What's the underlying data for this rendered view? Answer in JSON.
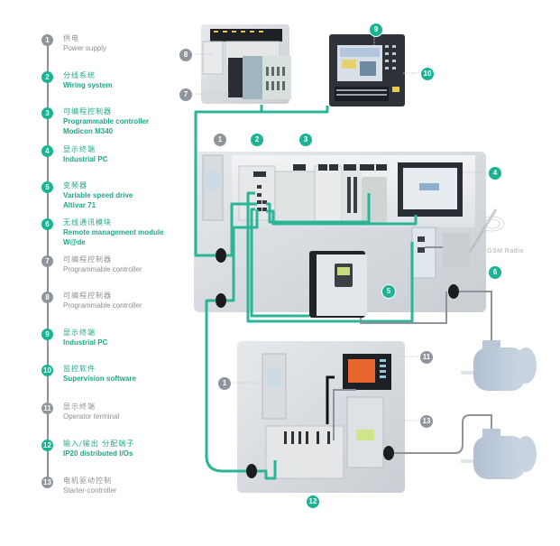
{
  "legend": {
    "items": [
      {
        "num": "1",
        "cn": "供电",
        "en": [
          "Power supply"
        ],
        "style": "grey"
      },
      {
        "num": "2",
        "cn": "分线系统",
        "en": [
          "Wiring system"
        ],
        "style": "green"
      },
      {
        "num": "3",
        "cn": "可编程控制器",
        "en": [
          "Programmable controller",
          "Modicon M340"
        ],
        "style": "green"
      },
      {
        "num": "4",
        "cn": "显示终端",
        "en": [
          "Industrial PC"
        ],
        "style": "green"
      },
      {
        "num": "5",
        "cn": "变频器",
        "en": [
          "Variable speed drive",
          "Altivar 71"
        ],
        "style": "green"
      },
      {
        "num": "6",
        "cn": "无线通讯模块",
        "en": [
          "Remote management module",
          "W@de"
        ],
        "style": "green"
      },
      {
        "num": "7",
        "cn": "可编程控制器",
        "en": [
          "Programmable controller"
        ],
        "style": "grey"
      },
      {
        "num": "8",
        "cn": "可编程控制器",
        "en": [
          "Programmable controller"
        ],
        "style": "grey"
      },
      {
        "num": "9",
        "cn": "显示终端",
        "en": [
          "Industrial PC"
        ],
        "style": "green"
      },
      {
        "num": "10",
        "cn": "监控软件",
        "en": [
          "Supervision software"
        ],
        "style": "green"
      },
      {
        "num": "11",
        "cn": "显示终端",
        "en": [
          "Operator terminal"
        ],
        "style": "grey"
      },
      {
        "num": "12",
        "cn": "输入/输出  分配端子",
        "en": [
          "IP20 distributed I/Os"
        ],
        "style": "green"
      },
      {
        "num": "13",
        "cn": "电机驱动控制",
        "en": [
          "Starter-controller"
        ],
        "style": "grey"
      }
    ]
  },
  "diagram": {
    "callouts": [
      {
        "num": "8",
        "style": "grey"
      },
      {
        "num": "7",
        "style": "grey"
      },
      {
        "num": "9",
        "style": "green"
      },
      {
        "num": "10",
        "style": "green"
      },
      {
        "num": "1",
        "style": "grey"
      },
      {
        "num": "2",
        "style": "green"
      },
      {
        "num": "3",
        "style": "green"
      },
      {
        "num": "4",
        "style": "green"
      },
      {
        "num": "6",
        "style": "green"
      },
      {
        "num": "5",
        "style": "green"
      },
      {
        "num": "1",
        "style": "grey"
      },
      {
        "num": "11",
        "style": "grey"
      },
      {
        "num": "13",
        "style": "grey"
      },
      {
        "num": "12",
        "style": "green"
      }
    ],
    "gsm_label": "GSM Radio"
  },
  "colors": {
    "accent_green": "#1bb394",
    "cable_green": "#2bb596",
    "neutral_grey": "#8e959c",
    "enclosure": "#d9dde1",
    "motor": "#b5c4d6"
  }
}
